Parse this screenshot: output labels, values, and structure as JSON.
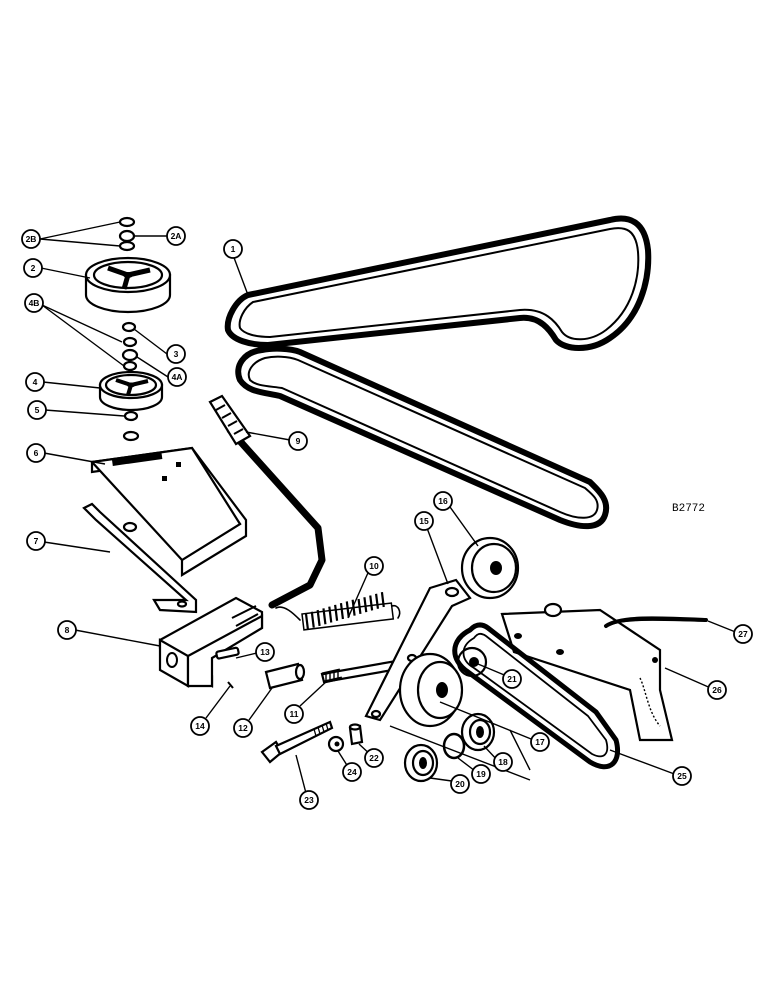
{
  "figure_code": "B2772",
  "callouts": [
    {
      "id": "c1",
      "label": "1"
    },
    {
      "id": "c2B",
      "label": "2B"
    },
    {
      "id": "c2A",
      "label": "2A"
    },
    {
      "id": "c2",
      "label": "2"
    },
    {
      "id": "c4B",
      "label": "4B"
    },
    {
      "id": "c3",
      "label": "3"
    },
    {
      "id": "c4A",
      "label": "4A"
    },
    {
      "id": "c4",
      "label": "4"
    },
    {
      "id": "c5",
      "label": "5"
    },
    {
      "id": "c6",
      "label": "6"
    },
    {
      "id": "c7",
      "label": "7"
    },
    {
      "id": "c8",
      "label": "8"
    },
    {
      "id": "c9",
      "label": "9"
    },
    {
      "id": "c10",
      "label": "10"
    },
    {
      "id": "c11",
      "label": "11"
    },
    {
      "id": "c12",
      "label": "12"
    },
    {
      "id": "c13",
      "label": "13"
    },
    {
      "id": "c14",
      "label": "14"
    },
    {
      "id": "c15",
      "label": "15"
    },
    {
      "id": "c16",
      "label": "16"
    },
    {
      "id": "c17",
      "label": "17"
    },
    {
      "id": "c18",
      "label": "18"
    },
    {
      "id": "c19",
      "label": "19"
    },
    {
      "id": "c20",
      "label": "20"
    },
    {
      "id": "c21",
      "label": "21"
    },
    {
      "id": "c22",
      "label": "22"
    },
    {
      "id": "c23",
      "label": "23"
    },
    {
      "id": "c24",
      "label": "24"
    },
    {
      "id": "c25",
      "label": "25"
    },
    {
      "id": "c26",
      "label": "26"
    },
    {
      "id": "c27",
      "label": "27"
    }
  ]
}
